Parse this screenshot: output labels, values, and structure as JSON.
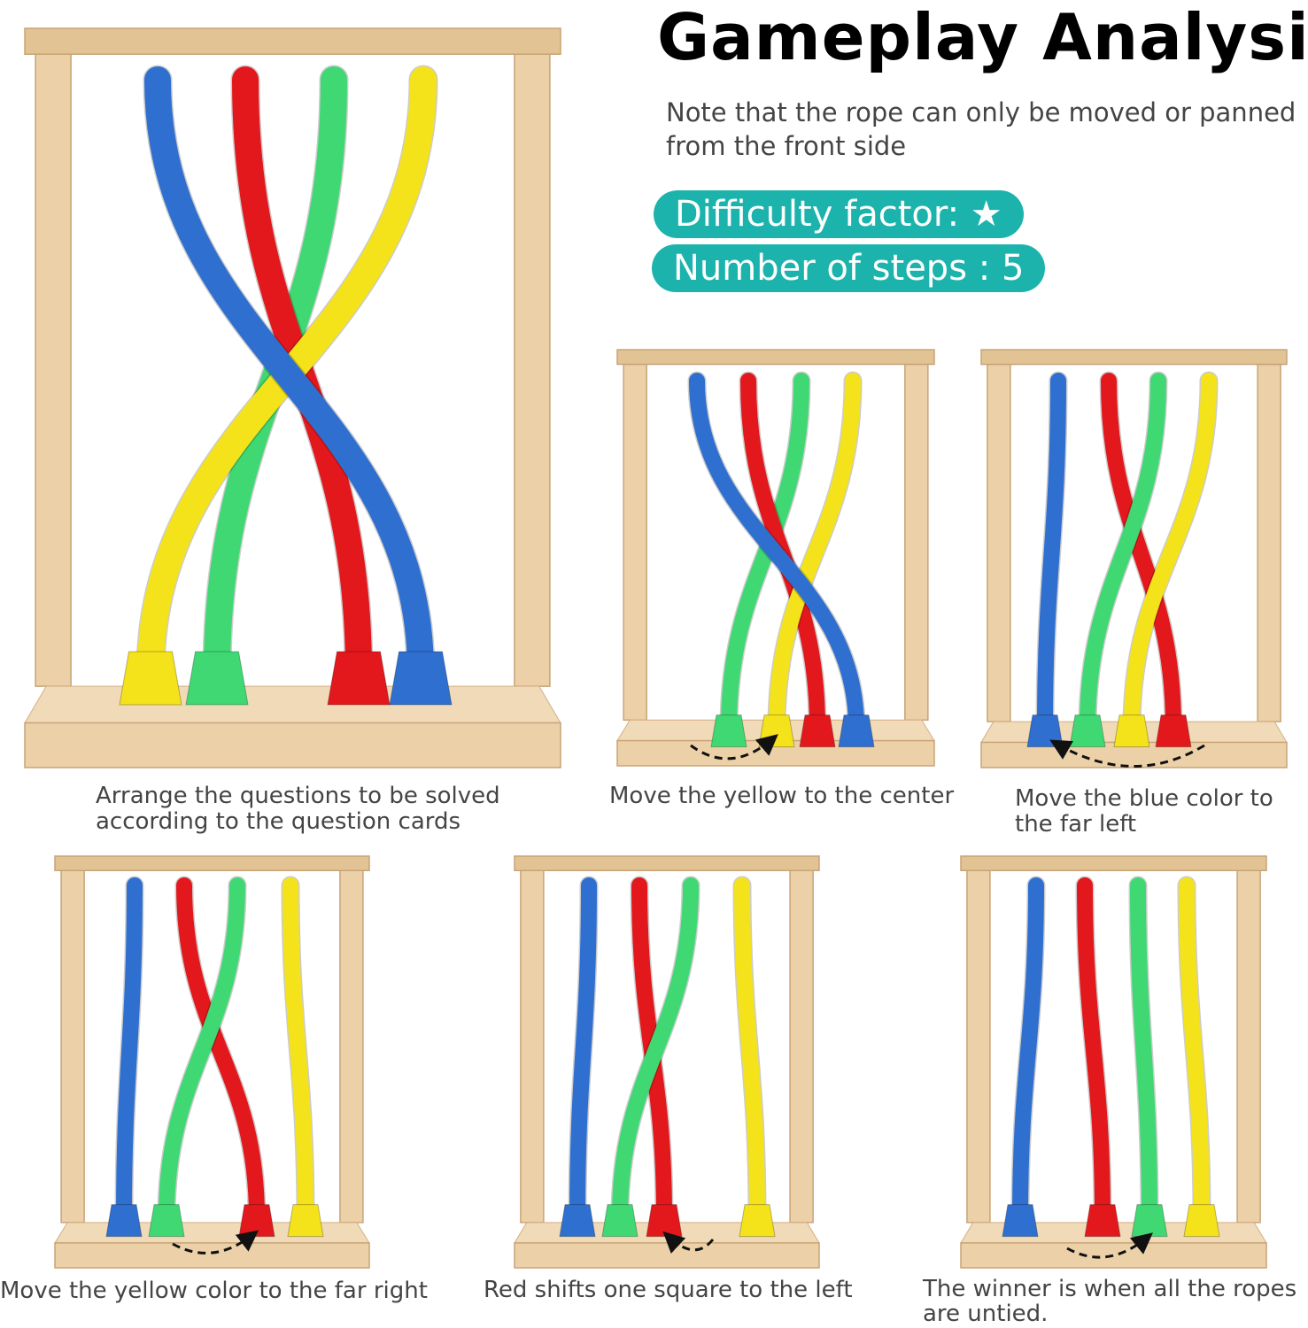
{
  "header": {
    "title": "Gameplay Analysis",
    "note": "Note that the rope can only be moved or panned from the front side",
    "difficulty": "Difficulty factor: ★",
    "steps": "Number of steps : 5"
  },
  "colors": {
    "blue": "#2f6fd0",
    "red": "#e3181c",
    "green": "#3fd873",
    "yellow": "#f4e21a",
    "wood": "#ecd1a8",
    "badge": "#1db3ad"
  },
  "panels": [
    {
      "caption": "Arrange the questions to be solved\naccording to the question cards"
    },
    {
      "caption": "Move the yellow to the center"
    },
    {
      "caption": "Move the blue color to\nthe far left"
    },
    {
      "caption": "Move the yellow color to the far right"
    },
    {
      "caption": "Red shifts one square to the left"
    },
    {
      "caption": "The winner is when all the ropes\nare untied."
    }
  ]
}
